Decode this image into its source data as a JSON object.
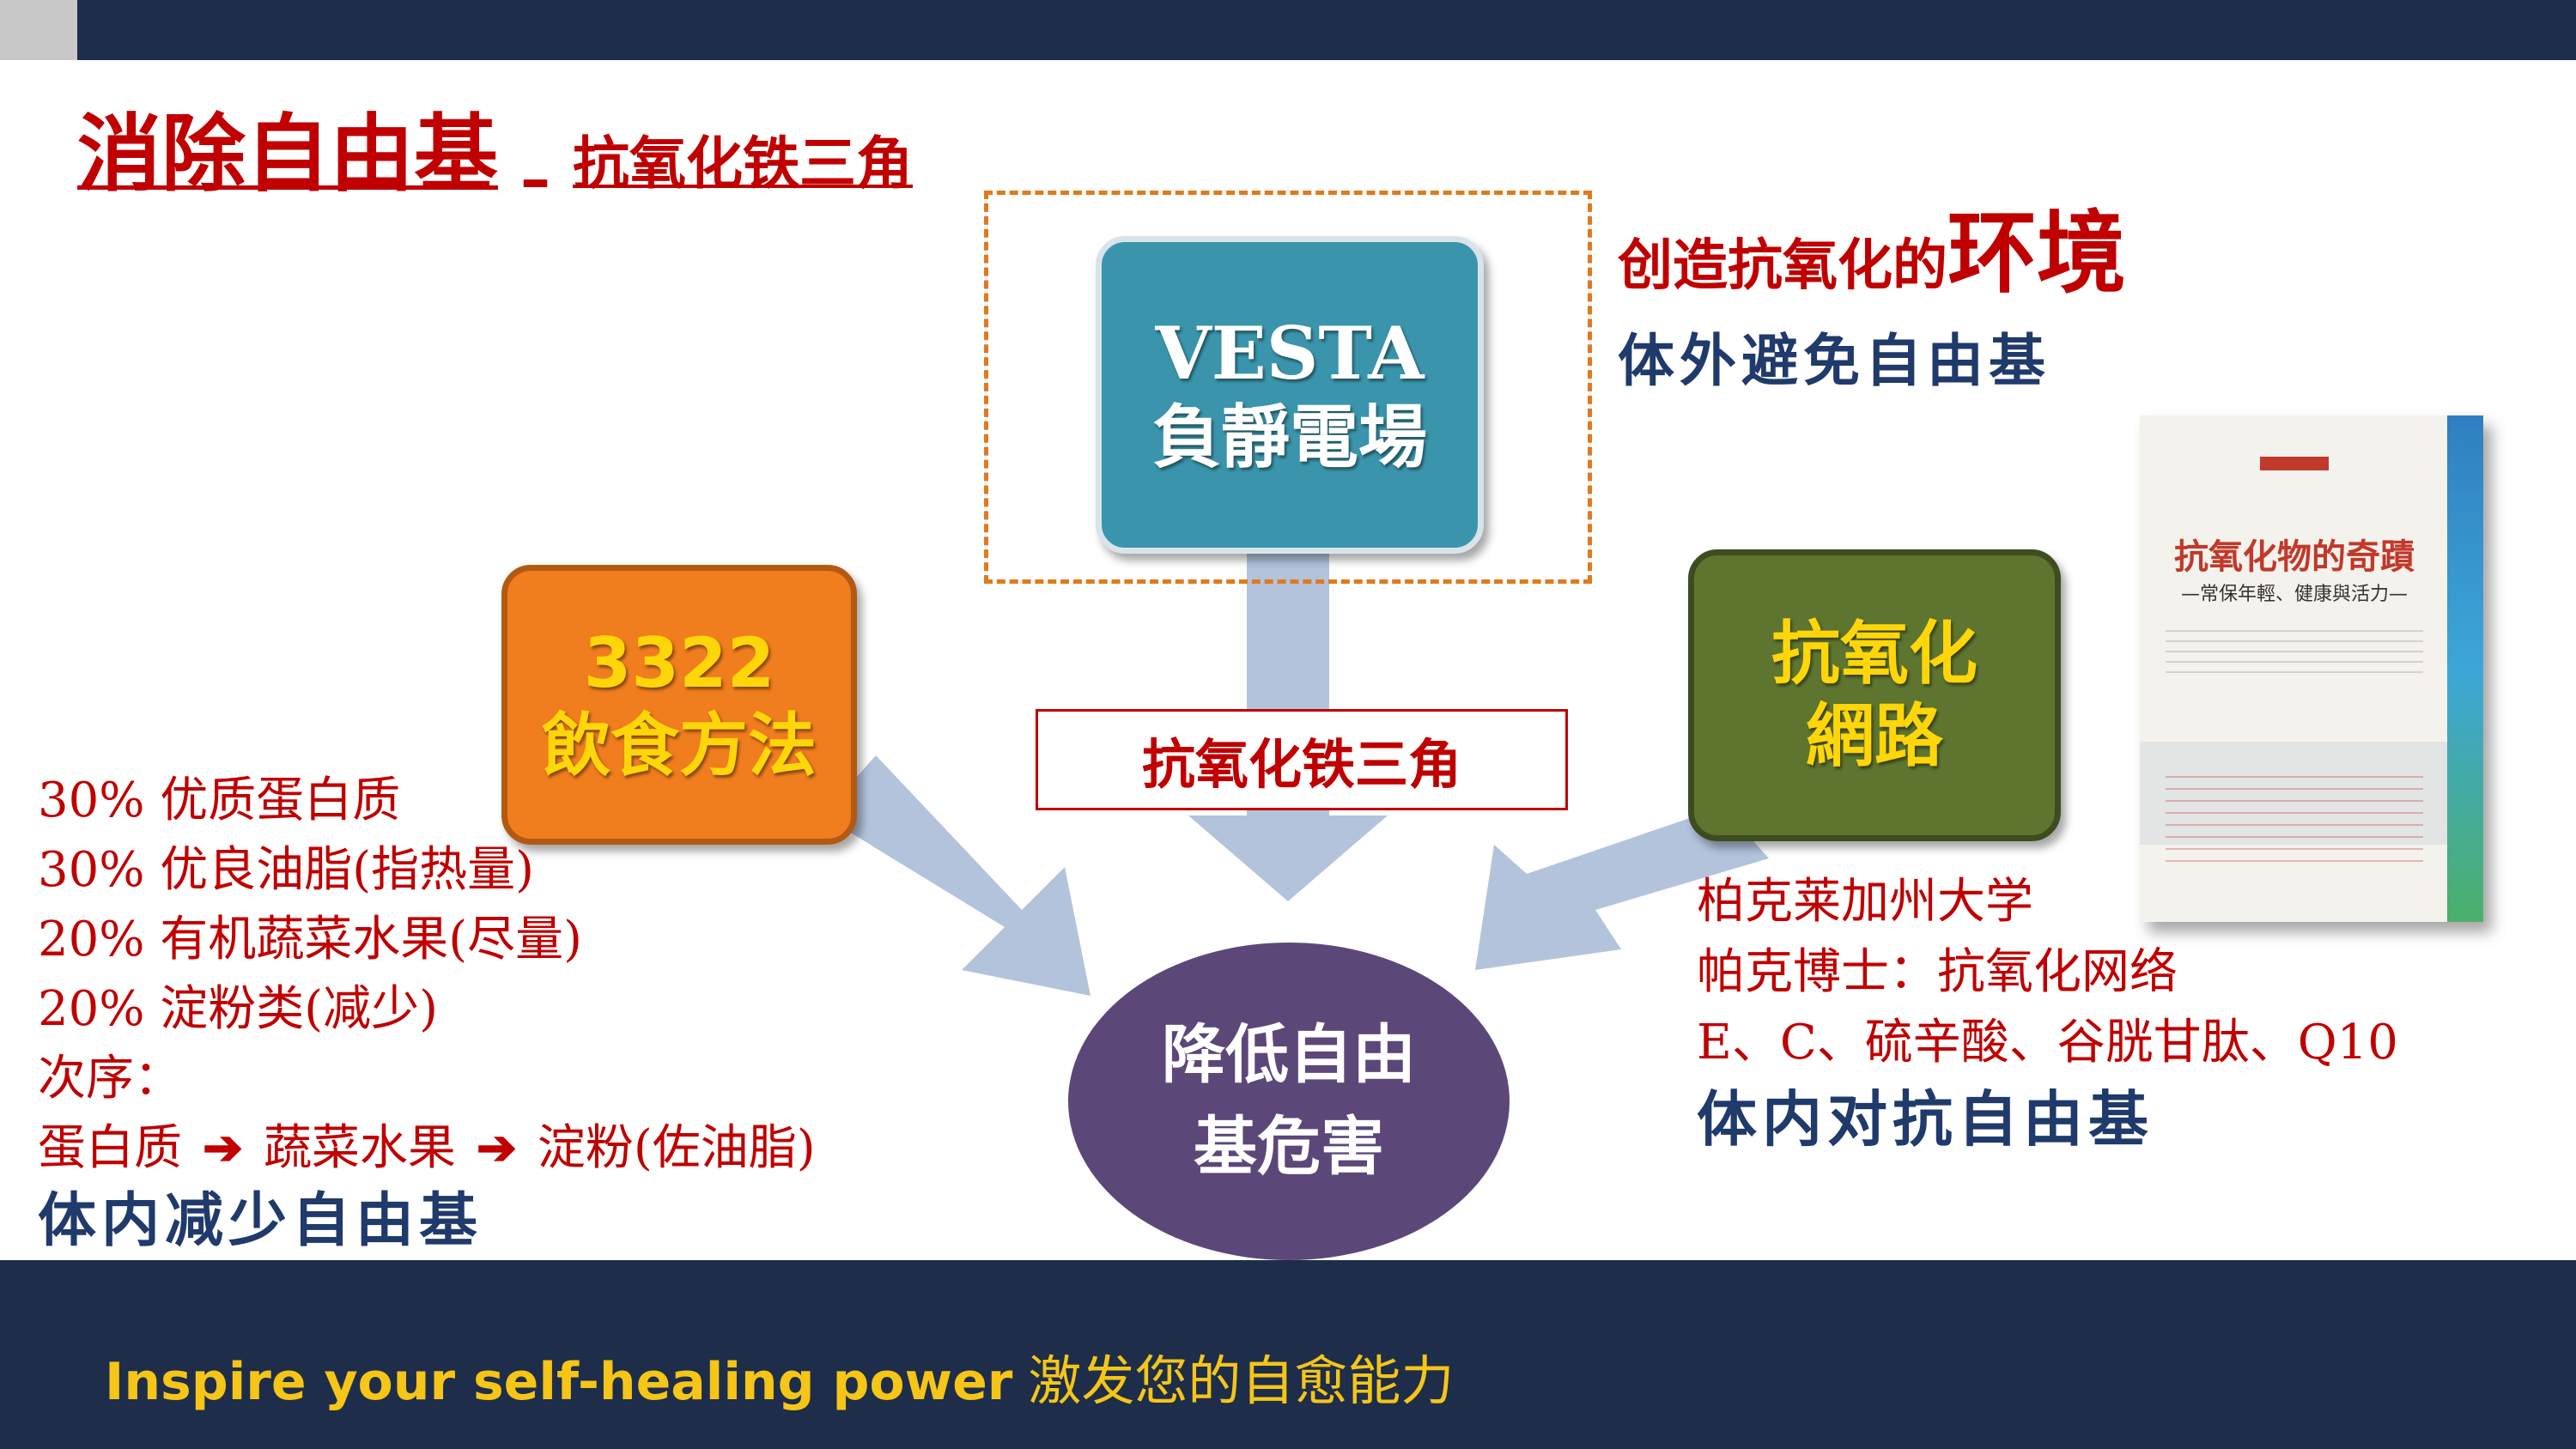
{
  "title": {
    "main": "消除自由基",
    "dash": "–",
    "sub": "抗氧化铁三角"
  },
  "vesta_box": {
    "line1": "VESTA",
    "line2": "負靜電場"
  },
  "diet_box": {
    "line1": "3322",
    "line2": "飲食方法"
  },
  "antiox_box": {
    "line1": "抗氧化",
    "line2": "網路"
  },
  "center_label": "抗氧化铁三角",
  "result_circle": {
    "line1": "降低自由",
    "line2": "基危害"
  },
  "environment": {
    "prefix": "创造抗氧化的",
    "emphasis": "环境",
    "summary": "体外避免自由基"
  },
  "diet_list": {
    "items": [
      "30% 优质蛋白质",
      "30% 优良油脂(指热量)",
      "20% 有机蔬菜水果(尽量)",
      "20% 淀粉类(减少)"
    ],
    "order_label": "次序：",
    "order": [
      "蛋白质",
      "蔬菜水果",
      "淀粉(佐油脂)"
    ],
    "arrow": "➔",
    "summary": "体内减少自由基"
  },
  "network_info": {
    "lines": [
      "柏克莱加州大学",
      "帕克博士：抗氧化网络",
      "E、C、硫辛酸、谷胱甘肽、Q10"
    ],
    "summary": "体内对抗自由基"
  },
  "book": {
    "title": "抗氧化物的奇蹟",
    "subtitle": "—常保年輕、健康與活力—"
  },
  "footer": {
    "slogan_en": "Inspire your self-healing power",
    "slogan_cn": "激发您的自愈能力"
  },
  "colors": {
    "dark_navy": "#1d2d4a",
    "red": "#c00000",
    "teal": "#3a95ac",
    "orange": "#f07d1e",
    "olive": "#5e7530",
    "purple": "#5c4779",
    "gold": "#f5c518"
  }
}
